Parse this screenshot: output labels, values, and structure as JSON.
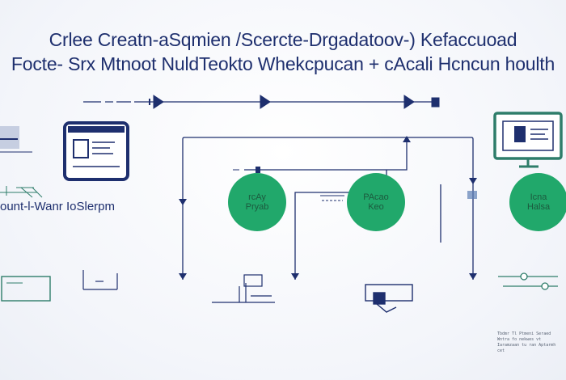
{
  "title": {
    "line1": "Crlee Creatn-aSqmien /Scercte-Drgadatoov-) Kefaccuoad",
    "line2": "Focte- Srx  Mtnoot NuldTeokto Whekcpucan + cAcali Hcncun houlth"
  },
  "side_label": "ount-l-Wanr IoSlerpm",
  "nodes": [
    {
      "line1": "rcAy",
      "line2": "Pryab"
    },
    {
      "line1": "PAcao",
      "line2": "Keo"
    },
    {
      "line1": "Icna",
      "line2": "Halsa"
    }
  ],
  "footnote": "Tbdmr Tl Ptmeni Seraed Wntra fo nekwes vt Iaramzaan tu ran Aptarmh cet",
  "colors": {
    "navy": "#1e2f6e",
    "green": "#21a86b",
    "teal": "#2e7d6a",
    "background": "#f4f6fb"
  }
}
